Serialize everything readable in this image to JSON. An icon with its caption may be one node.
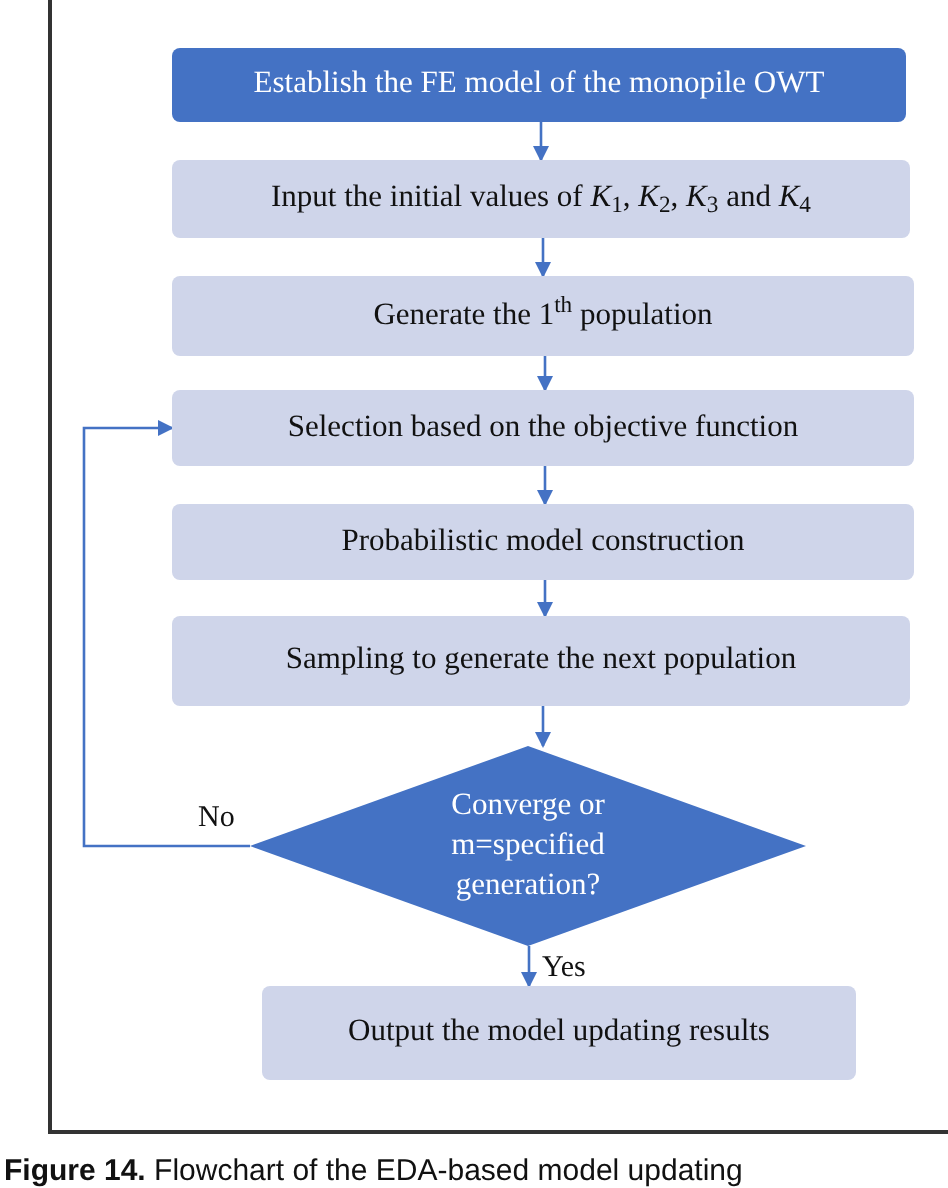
{
  "diagram": {
    "caption": "**Figure 14.** Flowchart of the EDA-based model updating",
    "nodes": [
      {
        "text": [
          "Establish the FE model of the monopile OWT"
        ]
      },
      {
        "text": [
          "Input the initial values of *K*$_{1}$, *K*$_{2}$, *K*$_{3}$ and *K*$_{4}$"
        ]
      },
      {
        "text": [
          "Generate the 1$^{th}$ population"
        ]
      },
      {
        "text": [
          "Selection based on the objective function"
        ]
      },
      {
        "text": [
          "Probabilistic model construction"
        ]
      },
      {
        "text": [
          "Sampling to generate the next population"
        ]
      },
      {
        "text": [
          "Converge or m=specified generation?"
        ]
      },
      {
        "text": [
          "Output the model updating results"
        ]
      }
    ],
    "edges": [
      {
        "from": 0,
        "to": 1,
        "arrow": "to"
      },
      {
        "from": 1,
        "to": 2,
        "arrow": "to"
      },
      {
        "from": 2,
        "to": 3,
        "arrow": "to"
      },
      {
        "from": 3,
        "to": 4,
        "arrow": "to"
      },
      {
        "from": 4,
        "to": 5,
        "arrow": "to"
      },
      {
        "from": 5,
        "to": 6,
        "arrow": "to"
      },
      {
        "from": 6,
        "to": 7,
        "arrow": "to",
        "label": "Yes"
      },
      {
        "from": 6,
        "to": 3,
        "arrow": "to",
        "label": "No"
      }
    ]
  }
}
